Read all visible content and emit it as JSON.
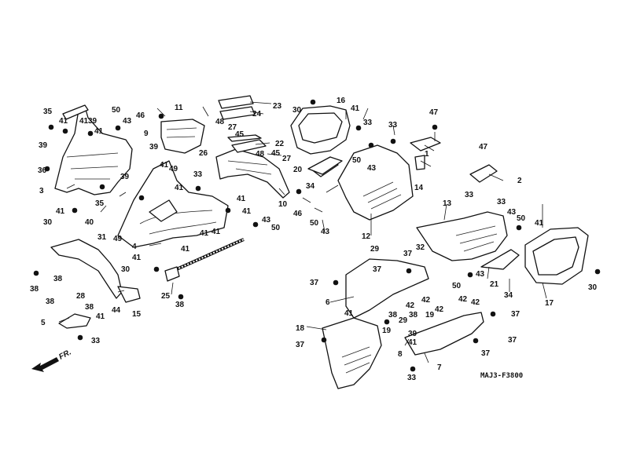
{
  "diagram": {
    "code": "MAJ3-F3800",
    "direction_label": "FR.",
    "callouts": [
      "1",
      "2",
      "3",
      "4",
      "5",
      "6",
      "7",
      "8",
      "9",
      "10",
      "11",
      "12",
      "13",
      "14",
      "15",
      "16",
      "17",
      "18",
      "19",
      "20",
      "21",
      "22",
      "23",
      "24",
      "25",
      "26",
      "27",
      "28",
      "29",
      "30",
      "31",
      "32",
      "33",
      "34",
      "35",
      "36",
      "37",
      "38",
      "39",
      "40",
      "41",
      "42",
      "43",
      "44",
      "45",
      "46",
      "47",
      "48",
      "49",
      "50"
    ]
  }
}
